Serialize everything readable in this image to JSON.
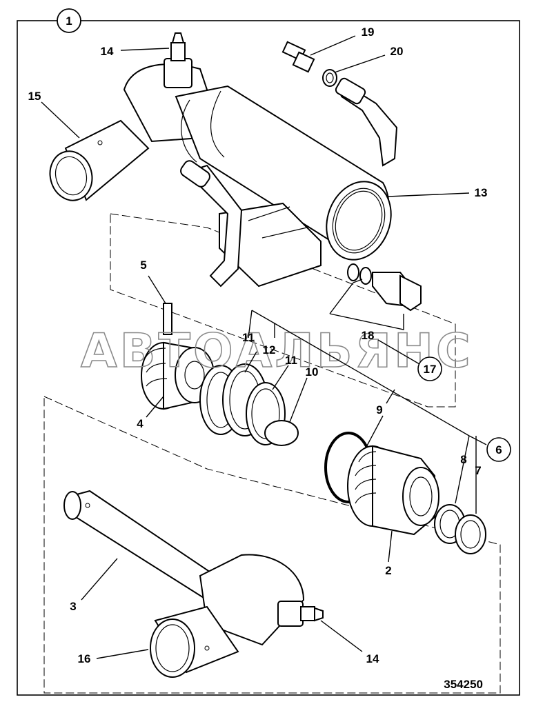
{
  "diagram": {
    "figure_number": "1",
    "drawing_number": "354250",
    "watermark": "АВТОАЛЬЯНС",
    "callouts": {
      "c14_top": "14",
      "c19": "19",
      "c20": "20",
      "c15": "15",
      "c13": "13",
      "c5": "5",
      "c11a": "11",
      "c12": "12",
      "c11b": "11",
      "c10": "10",
      "c18": "18",
      "c17": "17",
      "c4": "4",
      "c9": "9",
      "c6": "6",
      "c8": "8",
      "c7": "7",
      "c2": "2",
      "c3": "3",
      "c16": "16",
      "c14_bottom": "14"
    }
  }
}
